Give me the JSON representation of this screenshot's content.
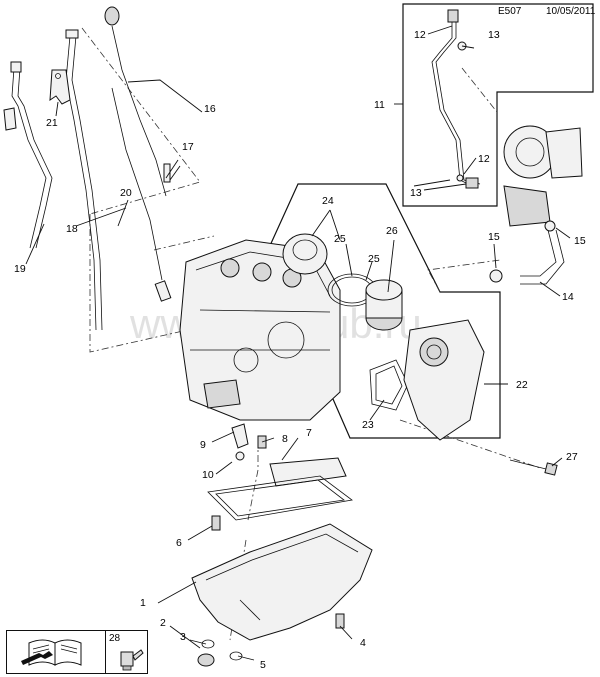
{
  "header": {
    "diagram_code": "E507",
    "date": "10/05/2011"
  },
  "watermark": "www.gi**klub.ru",
  "labels": {
    "1": "1",
    "2": "2",
    "3": "3",
    "4": "4",
    "5": "5",
    "6": "6",
    "7": "7",
    "8": "8",
    "9": "9",
    "10": "10",
    "11": "11",
    "12": "12",
    "13": "13",
    "14": "14",
    "15": "15",
    "16": "16",
    "17": "17",
    "18": "18",
    "19": "19",
    "20": "20",
    "21": "21",
    "22": "22",
    "23": "23",
    "24": "24",
    "25": "25",
    "26": "26",
    "27": "27",
    "28": "28"
  },
  "legend": {
    "number": "28",
    "icons": [
      "manual-book-icon",
      "wrench-icon",
      "sealant-tube-icon"
    ]
  }
}
